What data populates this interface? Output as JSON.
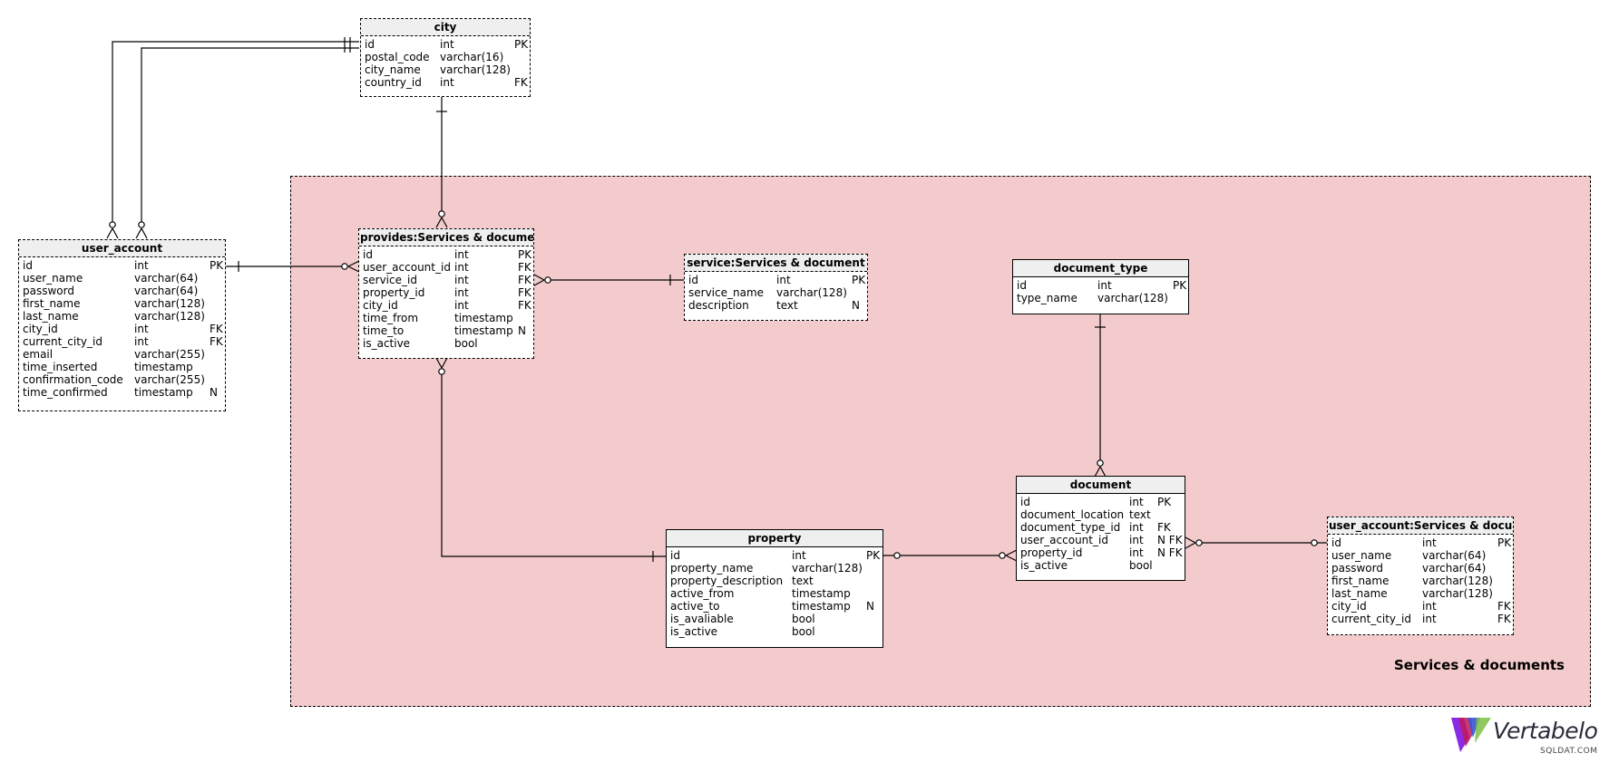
{
  "subject_area": {
    "label": "Services & documents"
  },
  "tables": {
    "city": {
      "name": "city",
      "columns": [
        {
          "name": "id",
          "type": "int",
          "flags": "PK"
        },
        {
          "name": "postal_code",
          "type": "varchar(16)",
          "flags": ""
        },
        {
          "name": "city_name",
          "type": "varchar(128)",
          "flags": ""
        },
        {
          "name": "country_id",
          "type": "int",
          "flags": "FK"
        }
      ]
    },
    "user_account": {
      "name": "user_account",
      "columns": [
        {
          "name": "id",
          "type": "int",
          "flags": "PK"
        },
        {
          "name": "user_name",
          "type": "varchar(64)",
          "flags": ""
        },
        {
          "name": "password",
          "type": "varchar(64)",
          "flags": ""
        },
        {
          "name": "first_name",
          "type": "varchar(128)",
          "flags": ""
        },
        {
          "name": "last_name",
          "type": "varchar(128)",
          "flags": ""
        },
        {
          "name": "city_id",
          "type": "int",
          "flags": "FK"
        },
        {
          "name": "current_city_id",
          "type": "int",
          "flags": "FK"
        },
        {
          "name": "email",
          "type": "varchar(255)",
          "flags": ""
        },
        {
          "name": "time_inserted",
          "type": "timestamp",
          "flags": ""
        },
        {
          "name": "confirmation_code",
          "type": "varchar(255)",
          "flags": ""
        },
        {
          "name": "time_confirmed",
          "type": "timestamp",
          "flags": "N"
        }
      ]
    },
    "provides": {
      "name": "provides:Services & docume",
      "columns": [
        {
          "name": "id",
          "type": "int",
          "flags": "PK"
        },
        {
          "name": "user_account_id",
          "type": "int",
          "flags": "FK"
        },
        {
          "name": "service_id",
          "type": "int",
          "flags": "FK"
        },
        {
          "name": "property_id",
          "type": "int",
          "flags": "FK"
        },
        {
          "name": "city_id",
          "type": "int",
          "flags": "FK"
        },
        {
          "name": "time_from",
          "type": "timestamp",
          "flags": ""
        },
        {
          "name": "time_to",
          "type": "timestamp",
          "flags": "N"
        },
        {
          "name": "is_active",
          "type": "bool",
          "flags": ""
        }
      ]
    },
    "service": {
      "name": "service:Services & document",
      "columns": [
        {
          "name": "id",
          "type": "int",
          "flags": "PK"
        },
        {
          "name": "service_name",
          "type": "varchar(128)",
          "flags": ""
        },
        {
          "name": "description",
          "type": "text",
          "flags": "N"
        }
      ]
    },
    "document_type": {
      "name": "document_type",
      "columns": [
        {
          "name": "id",
          "type": "int",
          "flags": "PK"
        },
        {
          "name": "type_name",
          "type": "varchar(128)",
          "flags": ""
        }
      ]
    },
    "document": {
      "name": "document",
      "columns": [
        {
          "name": "id",
          "type": "int",
          "flags": "PK"
        },
        {
          "name": "document_location",
          "type": "text",
          "flags": ""
        },
        {
          "name": "document_type_id",
          "type": "int",
          "flags": "FK"
        },
        {
          "name": "user_account_id",
          "type": "int",
          "flags": "N FK"
        },
        {
          "name": "property_id",
          "type": "int",
          "flags": "N FK"
        },
        {
          "name": "is_active",
          "type": "bool",
          "flags": ""
        }
      ]
    },
    "property": {
      "name": "property",
      "columns": [
        {
          "name": "id",
          "type": "int",
          "flags": "PK"
        },
        {
          "name": "property_name",
          "type": "varchar(128)",
          "flags": ""
        },
        {
          "name": "property_description",
          "type": "text",
          "flags": ""
        },
        {
          "name": "active_from",
          "type": "timestamp",
          "flags": ""
        },
        {
          "name": "active_to",
          "type": "timestamp",
          "flags": "N"
        },
        {
          "name": "is_avaliable",
          "type": "bool",
          "flags": ""
        },
        {
          "name": "is_active",
          "type": "bool",
          "flags": ""
        }
      ]
    },
    "user_account_shortcut": {
      "name": "user_account:Services & docu",
      "columns": [
        {
          "name": "id",
          "type": "int",
          "flags": "PK"
        },
        {
          "name": "user_name",
          "type": "varchar(64)",
          "flags": ""
        },
        {
          "name": "password",
          "type": "varchar(64)",
          "flags": ""
        },
        {
          "name": "first_name",
          "type": "varchar(128)",
          "flags": ""
        },
        {
          "name": "last_name",
          "type": "varchar(128)",
          "flags": ""
        },
        {
          "name": "city_id",
          "type": "int",
          "flags": "FK"
        },
        {
          "name": "current_city_id",
          "type": "int",
          "flags": "FK"
        }
      ]
    }
  },
  "branding": {
    "logo_text": "Vertabelo",
    "logo_sub": "SQLDAT.COM"
  }
}
